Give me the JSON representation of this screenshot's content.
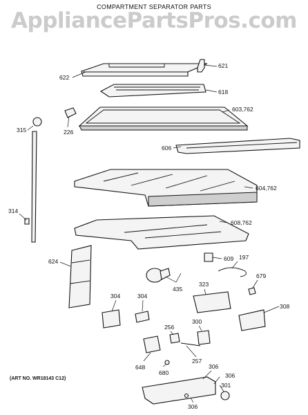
{
  "title": "COMPARTMENT SEPARATOR PARTS",
  "watermark": "AppliancePartsPros.com",
  "art_no": "(ART NO. WR18143 C12)",
  "labels": {
    "p622": "622",
    "p621": "621",
    "p618": "618",
    "p603": "603,762",
    "p315": "315",
    "p226": "226",
    "p606": "606",
    "p604": "604,762",
    "p314": "314",
    "p608": "608,762",
    "p624": "624",
    "p609": "609",
    "p197": "197",
    "p679": "679",
    "p435": "435",
    "p323": "323",
    "p304a": "304",
    "p304b": "304",
    "p308": "308",
    "p256": "256",
    "p300": "300",
    "p257": "257",
    "p648": "648",
    "p680": "680",
    "p306a": "306",
    "p306b": "306",
    "p306c": "306",
    "p301": "301"
  }
}
